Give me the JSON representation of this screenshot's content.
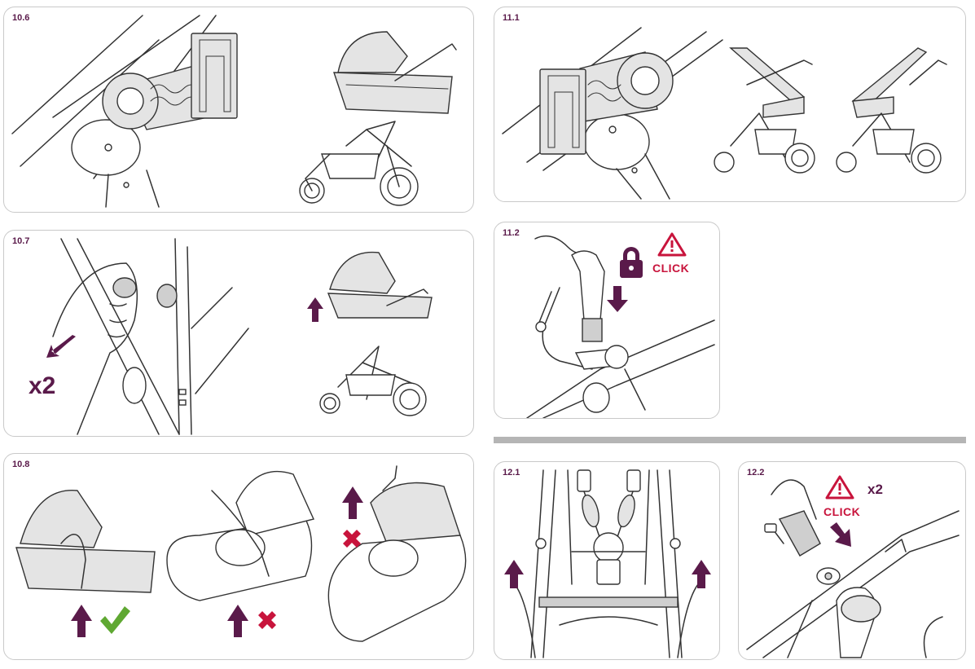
{
  "steps": {
    "s10_6": "10.6",
    "s10_7": "10.7",
    "s10_8": "10.8",
    "s11_1": "11.1",
    "s11_2": "11.2",
    "s12_1": "12.1",
    "s12_2": "12.2"
  },
  "labels": {
    "repeat_x2": "x2",
    "click": "CLICK"
  },
  "colors": {
    "accent_plum": "#5a1a4a",
    "warning_red": "#c8143c",
    "ok_green": "#5fa832",
    "divider_grey": "#b5b5b5"
  },
  "icons": [
    "up-arrow-icon",
    "down-arrow-icon",
    "diagonal-arrow-icon",
    "lock-icon",
    "warning-icon",
    "check-icon",
    "cross-icon"
  ]
}
